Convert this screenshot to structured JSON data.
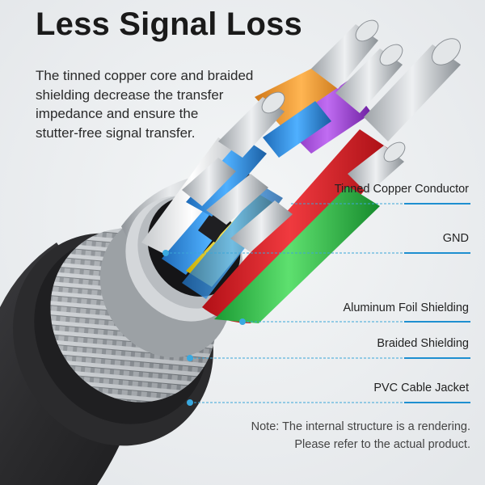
{
  "header": {
    "title": "Less Signal Loss",
    "description_lines": [
      "The tinned copper core and braided",
      "shielding decrease the transfer",
      "impedance and ensure the",
      "stutter-free signal transfer."
    ]
  },
  "callouts": [
    {
      "label": "Tinned Copper Conductor"
    },
    {
      "label": "GND"
    },
    {
      "label": "Aluminum Foil Shielding"
    },
    {
      "label": "Braided Shielding"
    },
    {
      "label": "PVC Cable Jacket"
    }
  ],
  "footer": {
    "note_lines": [
      "Note: The internal structure is a rendering.",
      "Please refer to the actual product."
    ]
  },
  "colors": {
    "callout_line": "#3aa6d8",
    "callout_dot": "#39a9e0",
    "wire_red": "#e21b23",
    "wire_green": "#2cc64a",
    "wire_yellow": "#f2d200",
    "wire_blue": "#2d8fe0",
    "wire_purple": "#a040d8",
    "wire_orange": "#f39b2a",
    "jacket": "#2c2c2e"
  }
}
